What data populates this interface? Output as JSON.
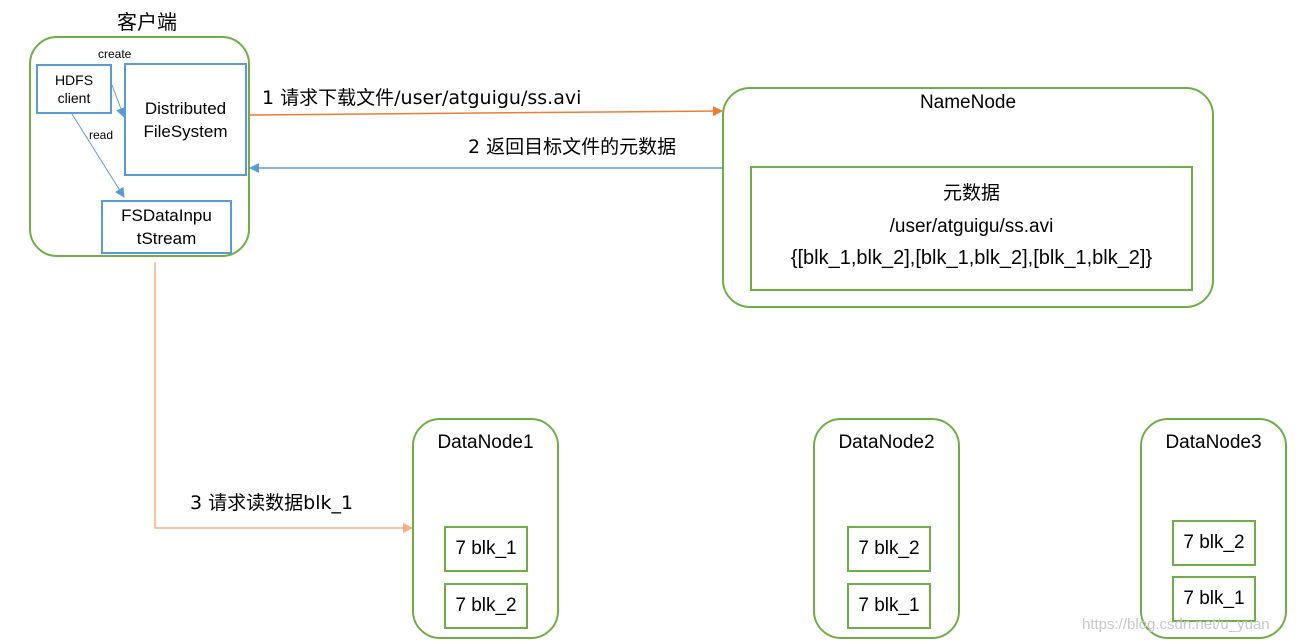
{
  "client": {
    "title": "客户端",
    "hdfs_client": "HDFS\nclient",
    "dfs": "Distributed\nFileSystem",
    "fsdis": "FSDataInpu\ntStream",
    "create_label": "create",
    "read_label": "read"
  },
  "arrows": {
    "step1": "1 请求下载文件/user/atguigu/ss.avi",
    "step2": "2 返回目标文件的元数据",
    "step3": "3 请求读数据blk_1"
  },
  "namenode": {
    "title": "NameNode",
    "meta_title": "元数据",
    "meta_path": "/user/atguigu/ss.avi",
    "meta_blocks": "{[blk_1,blk_2],[blk_1,blk_2],[blk_1,blk_2]}"
  },
  "datanodes": [
    {
      "title": "DataNode1",
      "blocks": [
        "7 blk_1",
        "7 blk_2"
      ]
    },
    {
      "title": "DataNode2",
      "blocks": [
        "7 blk_2",
        "7 blk_1"
      ]
    },
    {
      "title": "DataNode3",
      "blocks": [
        "7 blk_2",
        "7 blk_1"
      ]
    }
  ],
  "watermark": "https://blog.csdn.net/u_yuan",
  "colors": {
    "green": "#70ad47",
    "blue": "#5b9bd5",
    "orange": "#ed7d31",
    "light_orange": "#f4b183"
  }
}
